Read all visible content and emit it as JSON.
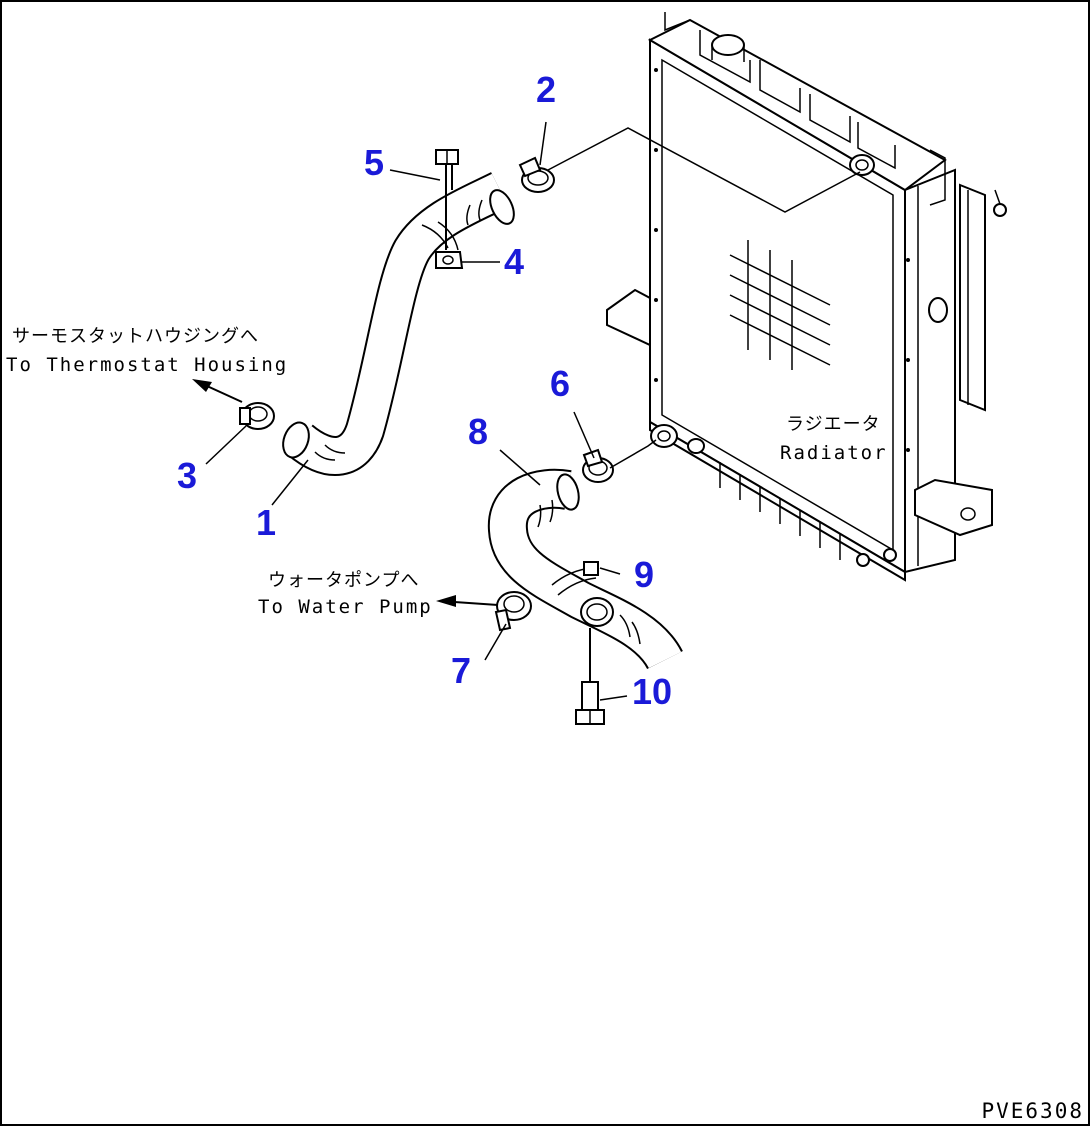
{
  "colors": {
    "callout": "#1a1ad8",
    "line": "#000000",
    "background": "#ffffff"
  },
  "callouts": [
    {
      "number": "1"
    },
    {
      "number": "2"
    },
    {
      "number": "3"
    },
    {
      "number": "4"
    },
    {
      "number": "5"
    },
    {
      "number": "6"
    },
    {
      "number": "7"
    },
    {
      "number": "8"
    },
    {
      "number": "9"
    },
    {
      "number": "10"
    }
  ],
  "notes": {
    "thermostat_jp": "サーモスタットハウジングへ",
    "thermostat_en": "To Thermostat Housing",
    "water_pump_jp": "ウォータポンプへ",
    "water_pump_en": "To Water Pump",
    "radiator_jp": "ラジエータ",
    "radiator_en": "Radiator"
  },
  "drawing_code": "PVE6308"
}
